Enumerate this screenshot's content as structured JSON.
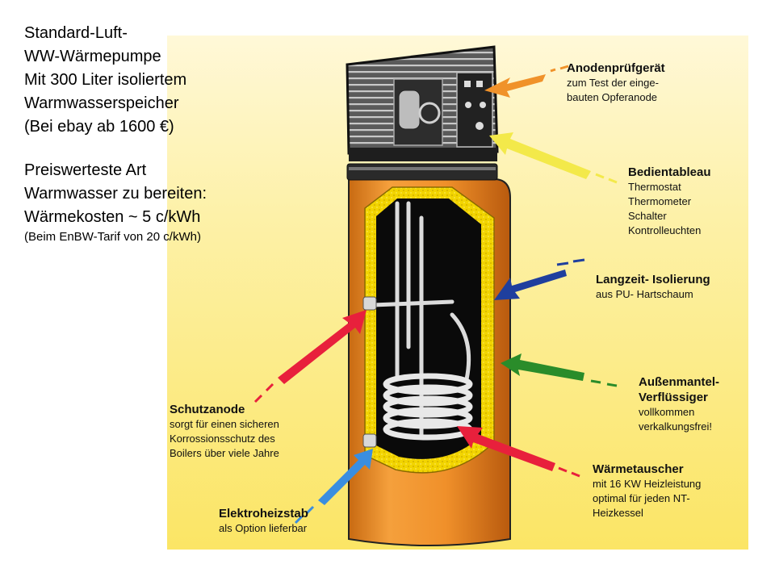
{
  "intro": {
    "lines": [
      "Standard-Luft-",
      "WW-Wärmepumpe",
      "Mit 300 Liter isoliertem",
      "Warmwasserspeicher",
      "(Bei ebay ab 1600 €)"
    ],
    "cost_lines": [
      "Preiswerteste Art",
      "Warmwasser zu bereiten:",
      "Wärmekosten ~ 5 c/kWh"
    ],
    "note": "(Beim EnBW-Tarif von 20 c/kWh)"
  },
  "callouts": {
    "anodenpruefgeraet": {
      "title": "Anodenprüfgerät",
      "lines": [
        "zum Test der einge-",
        "bauten Opferanode"
      ],
      "color": "#f0922a"
    },
    "bedientableau": {
      "title": "Bedientableau",
      "lines": [
        "Thermostat",
        "Thermometer",
        "Schalter",
        "Kontrolleuchten"
      ],
      "color": "#f3e94a"
    },
    "isolierung": {
      "title": "Langzeit- Isolierung",
      "lines": [
        "aus PU- Hartschaum"
      ],
      "color": "#1f3f9e"
    },
    "aussenmantel": {
      "title": "Außenmantel-",
      "title2": "Verflüssiger",
      "lines": [
        "vollkommen",
        "verkalkungsfrei!"
      ],
      "color": "#2a8c2a"
    },
    "schutzanode": {
      "title": "Schutzanode",
      "lines": [
        "sorgt für einen sicheren",
        "Korrossionsschutz des",
        "Boilers über viele Jahre"
      ],
      "color": "#e8203c"
    },
    "waermetauscher": {
      "title": "Wärmetauscher",
      "lines": [
        "mit 16 KW Heizleistung",
        "optimal für jeden NT-",
        "Heizkessel"
      ],
      "color": "#e8203c"
    },
    "elektroheizstab": {
      "title": "Elektroheizstab",
      "lines": [
        "als Option lieferbar"
      ],
      "color": "#3a8ee0"
    }
  },
  "colors": {
    "tank_orange": "#f0902a",
    "insulation_yellow": "#f0d000",
    "tank_inner": "#0a0a0a",
    "coil": "#e8e8e8",
    "heat_pump_housing": "#6e6e6e"
  }
}
